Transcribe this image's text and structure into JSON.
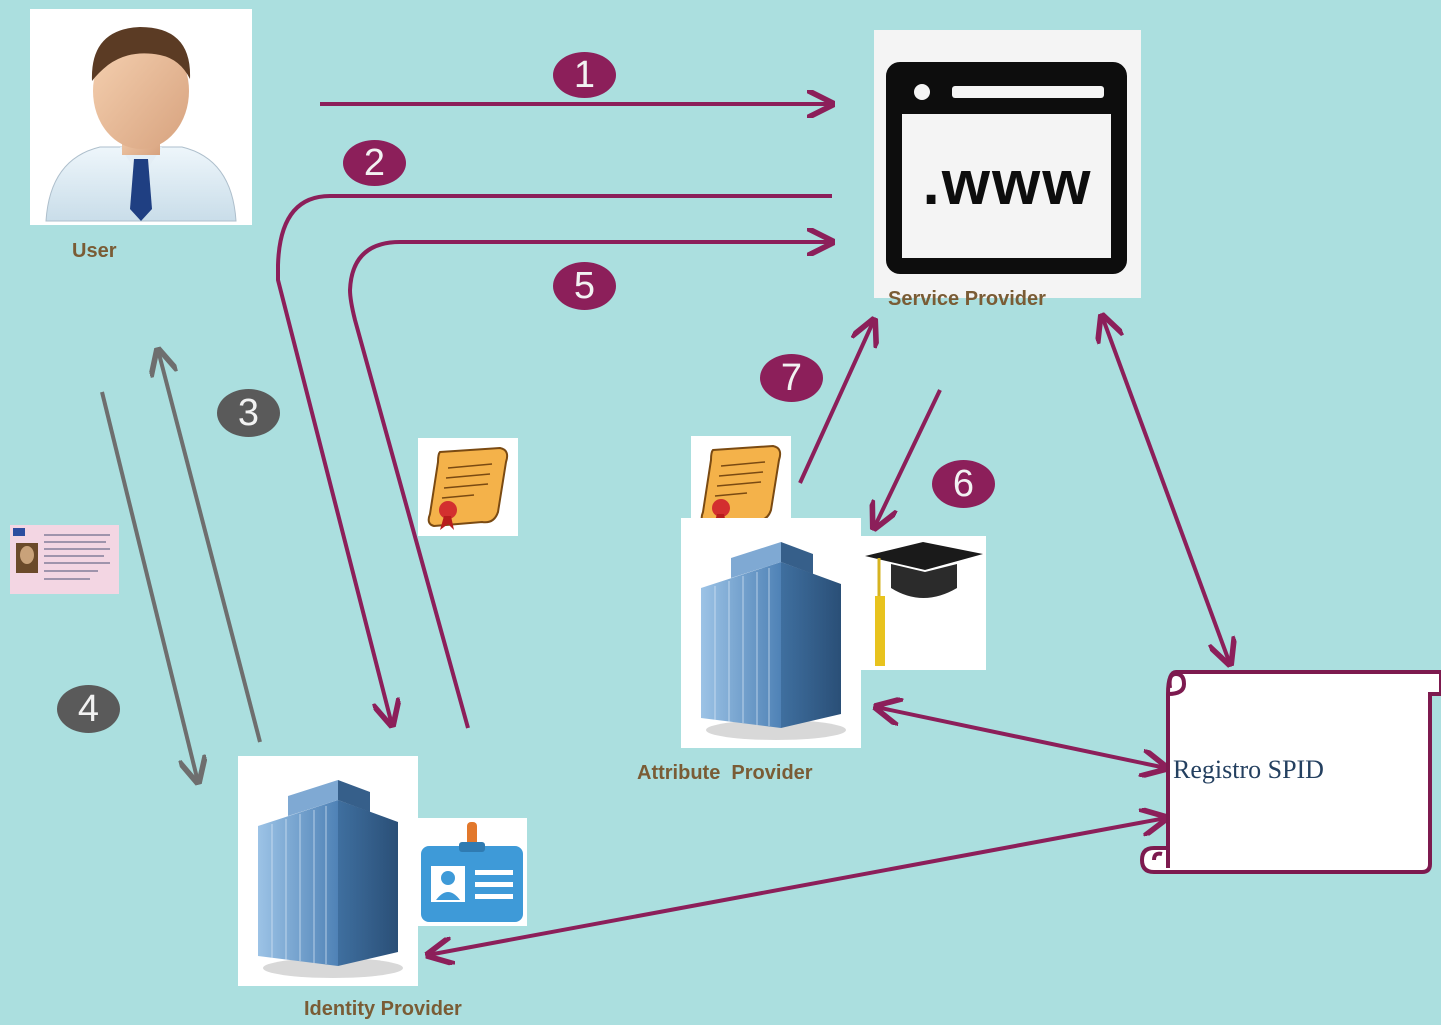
{
  "labels": {
    "user": "User",
    "service_provider": "Service Provider",
    "attribute_provider": "Attribute  Provider",
    "identity_provider": "Identity Provider",
    "registry": "Registro SPID",
    "www": ".www"
  },
  "steps": [
    "1",
    "2",
    "3",
    "4",
    "5",
    "6",
    "7"
  ],
  "icons": {
    "user": "user-avatar-icon",
    "website": "website-browser-icon",
    "building": "office-building-icon",
    "certificate": "certificate-scroll-icon",
    "badge": "id-badge-icon",
    "id_card": "id-card-icon",
    "cap": "graduation-cap-icon",
    "scroll": "document-scroll-icon"
  },
  "colors": {
    "background": "#abdfdf",
    "arrow_primary": "#8c1f5a",
    "arrow_secondary": "#6e6e6e",
    "label_text": "#7a5c35"
  }
}
